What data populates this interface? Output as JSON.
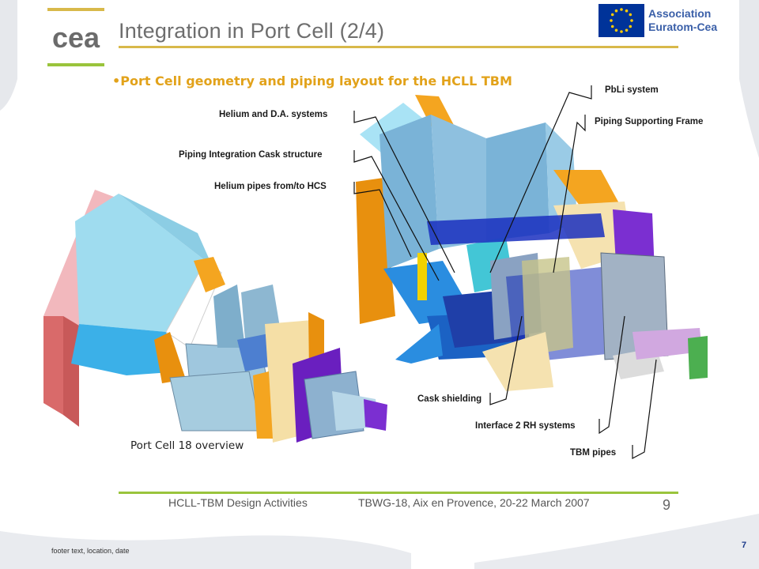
{
  "header": {
    "title": "Integration in Port Cell (2/4)",
    "logo_text": "cea",
    "association_line1": "Association",
    "association_line2": "Euratom-Cea"
  },
  "subtitle": "•Port Cell geometry and piping layout for the HCLL TBM",
  "labels": {
    "helium_da": "Helium and D.A. systems",
    "piping_cask": "Piping Integration Cask structure",
    "helium_pipes": "Helium pipes from/to HCS",
    "pbli": "PbLi system",
    "piping_frame": "Piping Supporting Frame",
    "cask_shielding": "Cask shielding",
    "interface_rh": "Interface 2 RH systems",
    "tbm_pipes": "TBM pipes",
    "overview": "Port Cell 18 overview"
  },
  "slide_footer": {
    "left": "HCLL-TBM Design Activities",
    "right": "TBWG-18, Aix en Provence, 20-22 March 2007",
    "number": "9"
  },
  "page_footer": {
    "text": "footer text, location, date",
    "page": "7"
  },
  "colors": {
    "title_rule": "#d8b94a",
    "footer_rule": "#9ac43c",
    "subtitle": "#e2a21a",
    "eu_blue": "#003399",
    "association": "#3a5fa8"
  }
}
